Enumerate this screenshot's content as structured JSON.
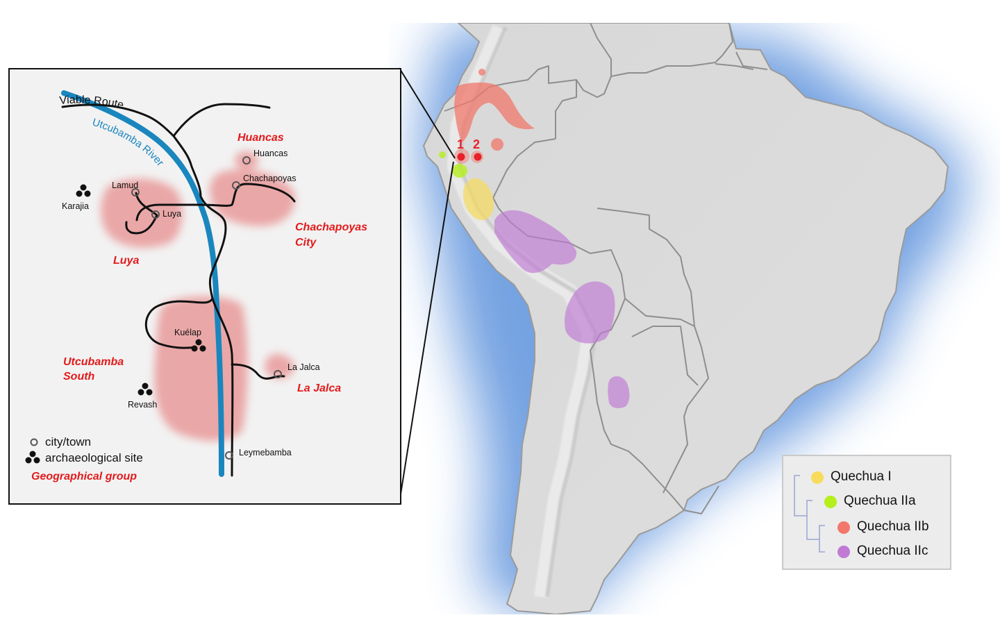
{
  "inset": {
    "route_label": "Viable Route",
    "river_label": "Utcubamba River",
    "towns": [
      {
        "name": "Huancas"
      },
      {
        "name": "Chachapoyas"
      },
      {
        "name": "Lamud"
      },
      {
        "name": "Luya"
      },
      {
        "name": "La Jalca"
      },
      {
        "name": "Leymebamba"
      }
    ],
    "sites": [
      {
        "name": "Karajia"
      },
      {
        "name": "Kuélap"
      },
      {
        "name": "Revash"
      }
    ],
    "groups": {
      "huancas": "Huancas",
      "chachapoyas_1": "Chachapoyas",
      "chachapoyas_2": "City",
      "luya": "Luya",
      "utcubamba_1": "Utcubamba",
      "utcubamba_2": "South",
      "la_jalca": "La Jalca"
    },
    "legend": {
      "town": "city/town",
      "site": "archaeological site",
      "group": "Geographical group"
    }
  },
  "map": {
    "markers": [
      "1",
      "2"
    ],
    "colors": {
      "quechua_i": "#f7dc5c",
      "quechua_iia": "#b5ef1c",
      "quechua_iib": "#f2786b",
      "quechua_iic": "#c07ad4",
      "group_red": "#e31a1c",
      "river": "#1a86be",
      "ocean": "#6e9ee0",
      "land": "#dadada"
    }
  },
  "legend": {
    "items": [
      {
        "label": "Quechua I",
        "color": "#f7dc5c"
      },
      {
        "label": "Quechua IIa",
        "color": "#b5ef1c"
      },
      {
        "label": "Quechua IIb",
        "color": "#f2786b"
      },
      {
        "label": "Quechua IIc",
        "color": "#c07ad4"
      }
    ]
  }
}
